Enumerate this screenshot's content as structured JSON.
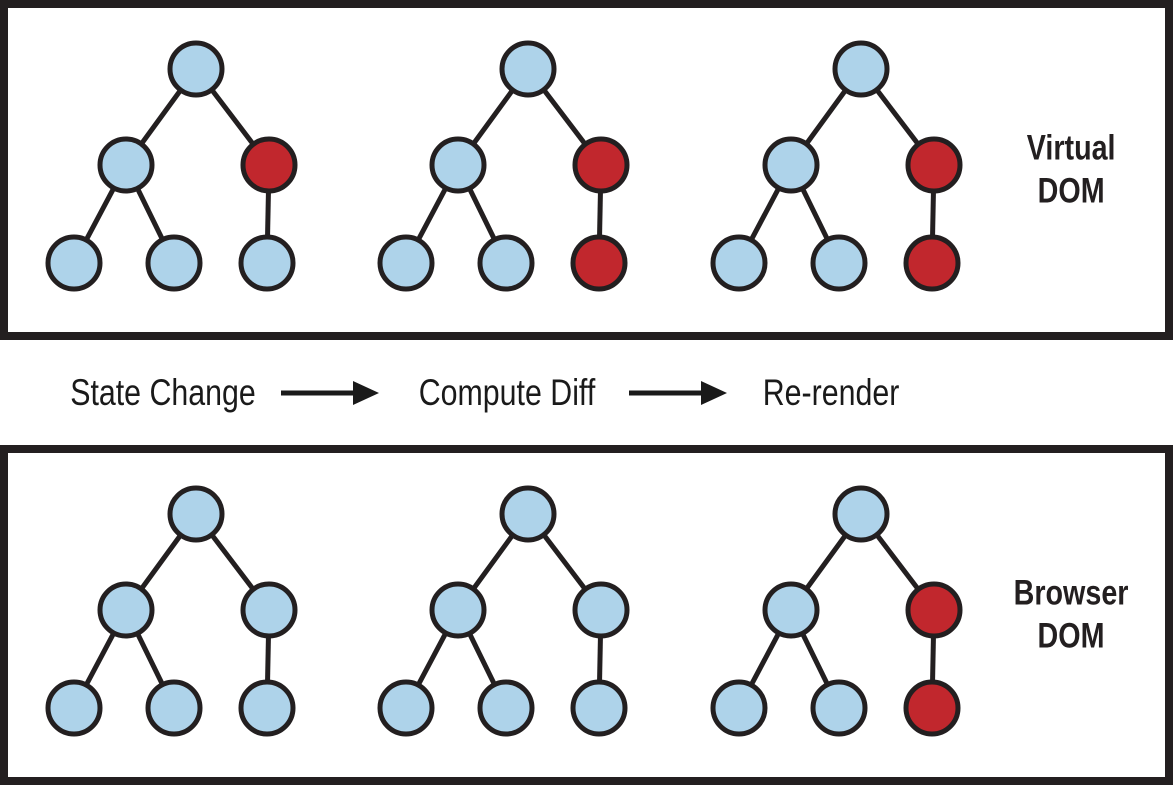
{
  "figure": {
    "background": "#ffffff",
    "colors": {
      "node_default": "#aed3ea",
      "node_changed": "#c1272d",
      "stroke": "#231f20",
      "text": "#1a1a1a"
    },
    "panels": [
      {
        "id": "virtual-dom",
        "label_lines": [
          "Virtual",
          "DOM"
        ],
        "trees": [
          {
            "nodes": {
              "root": "default",
              "left": "default",
              "right": "changed",
              "left_left": "default",
              "left_right": "default",
              "right_child": "default"
            }
          },
          {
            "nodes": {
              "root": "default",
              "left": "default",
              "right": "changed",
              "left_left": "default",
              "left_right": "default",
              "right_child": "changed"
            }
          },
          {
            "nodes": {
              "root": "default",
              "left": "default",
              "right": "changed",
              "left_left": "default",
              "left_right": "default",
              "right_child": "changed"
            }
          }
        ]
      },
      {
        "id": "browser-dom",
        "label_lines": [
          "Browser",
          "DOM"
        ],
        "trees": [
          {
            "nodes": {
              "root": "default",
              "left": "default",
              "right": "default",
              "left_left": "default",
              "left_right": "default",
              "right_child": "default"
            }
          },
          {
            "nodes": {
              "root": "default",
              "left": "default",
              "right": "default",
              "left_left": "default",
              "left_right": "default",
              "right_child": "default"
            }
          },
          {
            "nodes": {
              "root": "default",
              "left": "default",
              "right": "changed",
              "left_left": "default",
              "left_right": "default",
              "right_child": "changed"
            }
          }
        ]
      }
    ],
    "flow": {
      "steps": [
        "State Change",
        "Compute Diff",
        "Re-render"
      ]
    }
  }
}
